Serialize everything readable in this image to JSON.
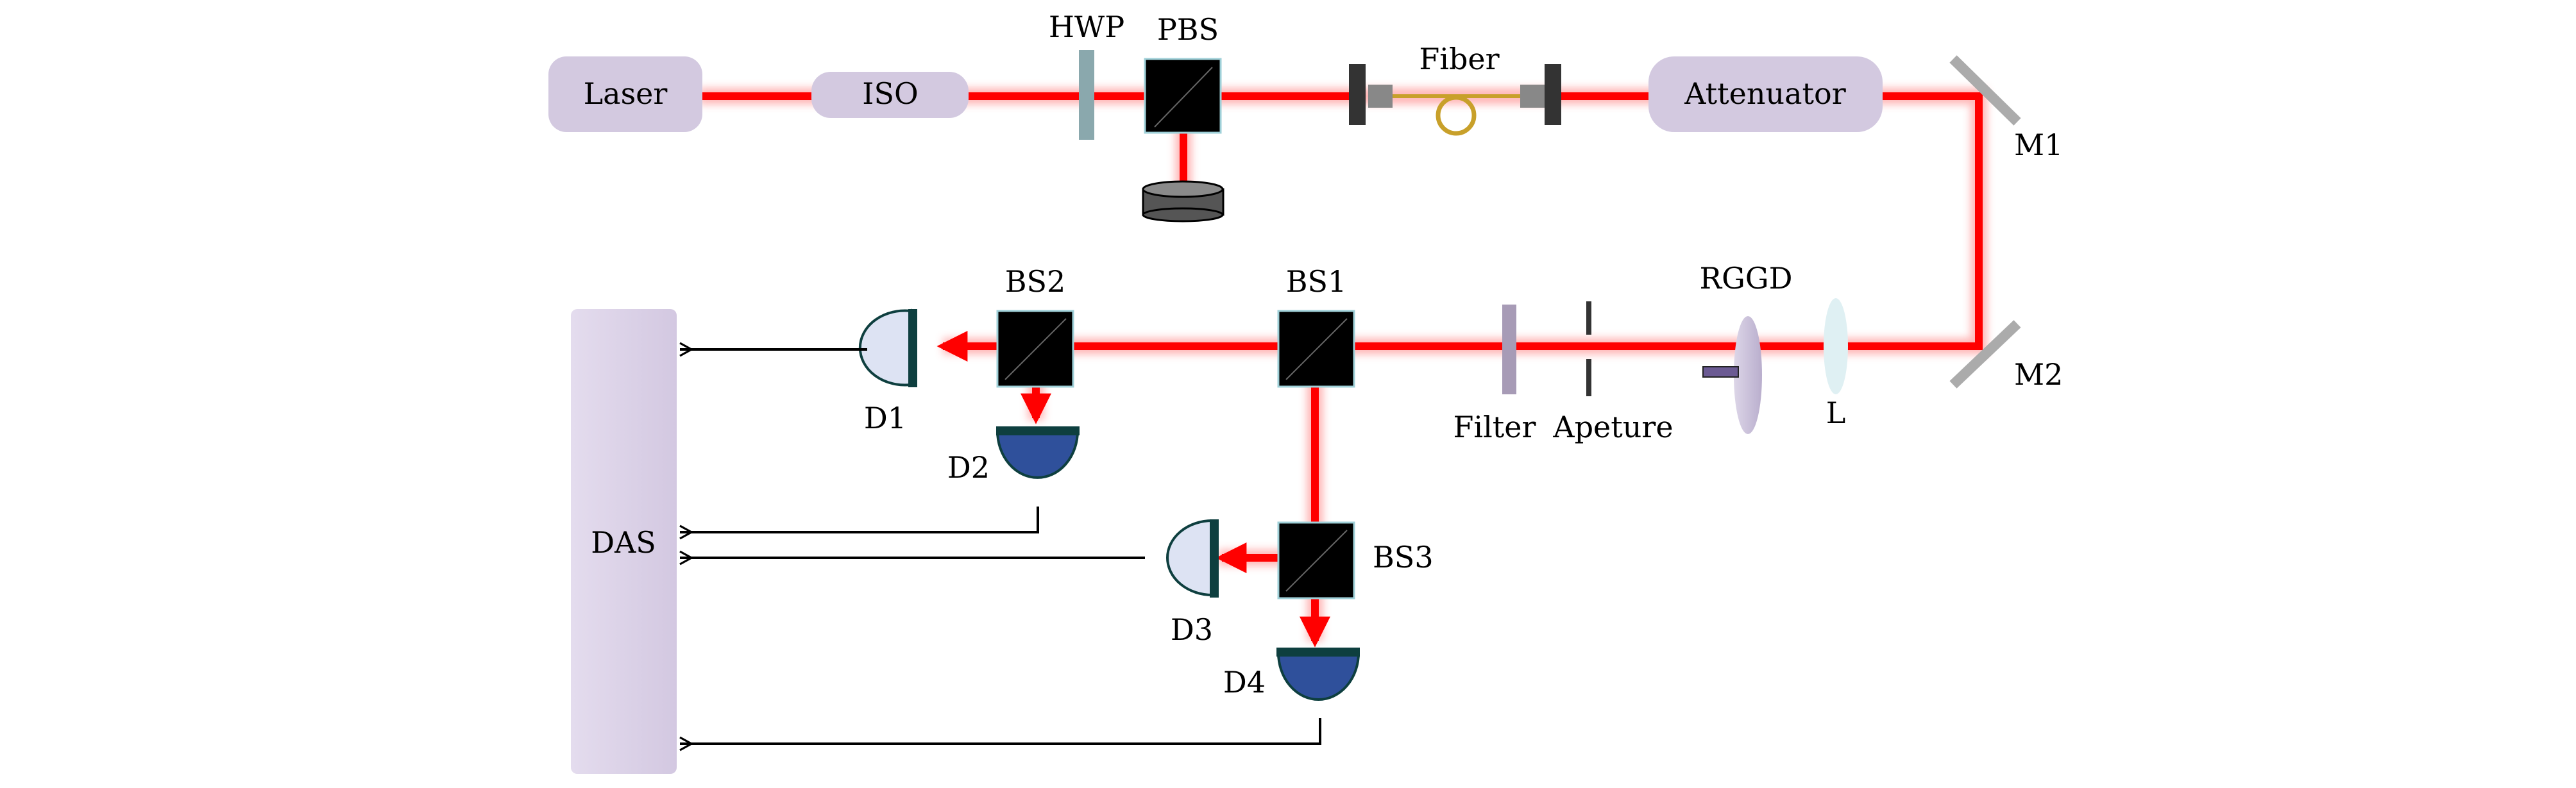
{
  "labels": {
    "laser": "Laser",
    "iso": "ISO",
    "hwp": "HWP",
    "pbs": "PBS",
    "fiber": "Fiber",
    "attenuator": "Attenuator",
    "m1": "M1",
    "m2": "M2",
    "rggd": "RGGD",
    "l": "L",
    "filter": "Filter",
    "aperture": "Apeture",
    "bs1": "BS1",
    "bs2": "BS2",
    "bs3": "BS3",
    "d1": "D1",
    "d2": "D2",
    "d3": "D3",
    "d4": "D4",
    "das": "DAS"
  },
  "colors": {
    "beam": "#ff0000",
    "beam_glow": "#ffb0b0",
    "component_fill": "#d3c9e0",
    "das_fill": "#d9d1e5",
    "splitter": "#000000",
    "splitter_border": "#9fd0d8",
    "detector_light": "#dde3f3",
    "detector_dark": "#2f509b",
    "detector_face": "#0e3f3f",
    "mirror": "#ababab",
    "fiber": "#c8a02a",
    "hwp": "#8aa8ad",
    "filter": "#a79bb6",
    "rggd": "#c8c0d8",
    "lens": "#dff0f3"
  },
  "icons": {
    "beam_dump": "cylinder-beam-dump-icon",
    "detector": "photodetector-icon",
    "mirror": "mirror-icon",
    "fiber_coil": "fiber-coil-icon"
  }
}
